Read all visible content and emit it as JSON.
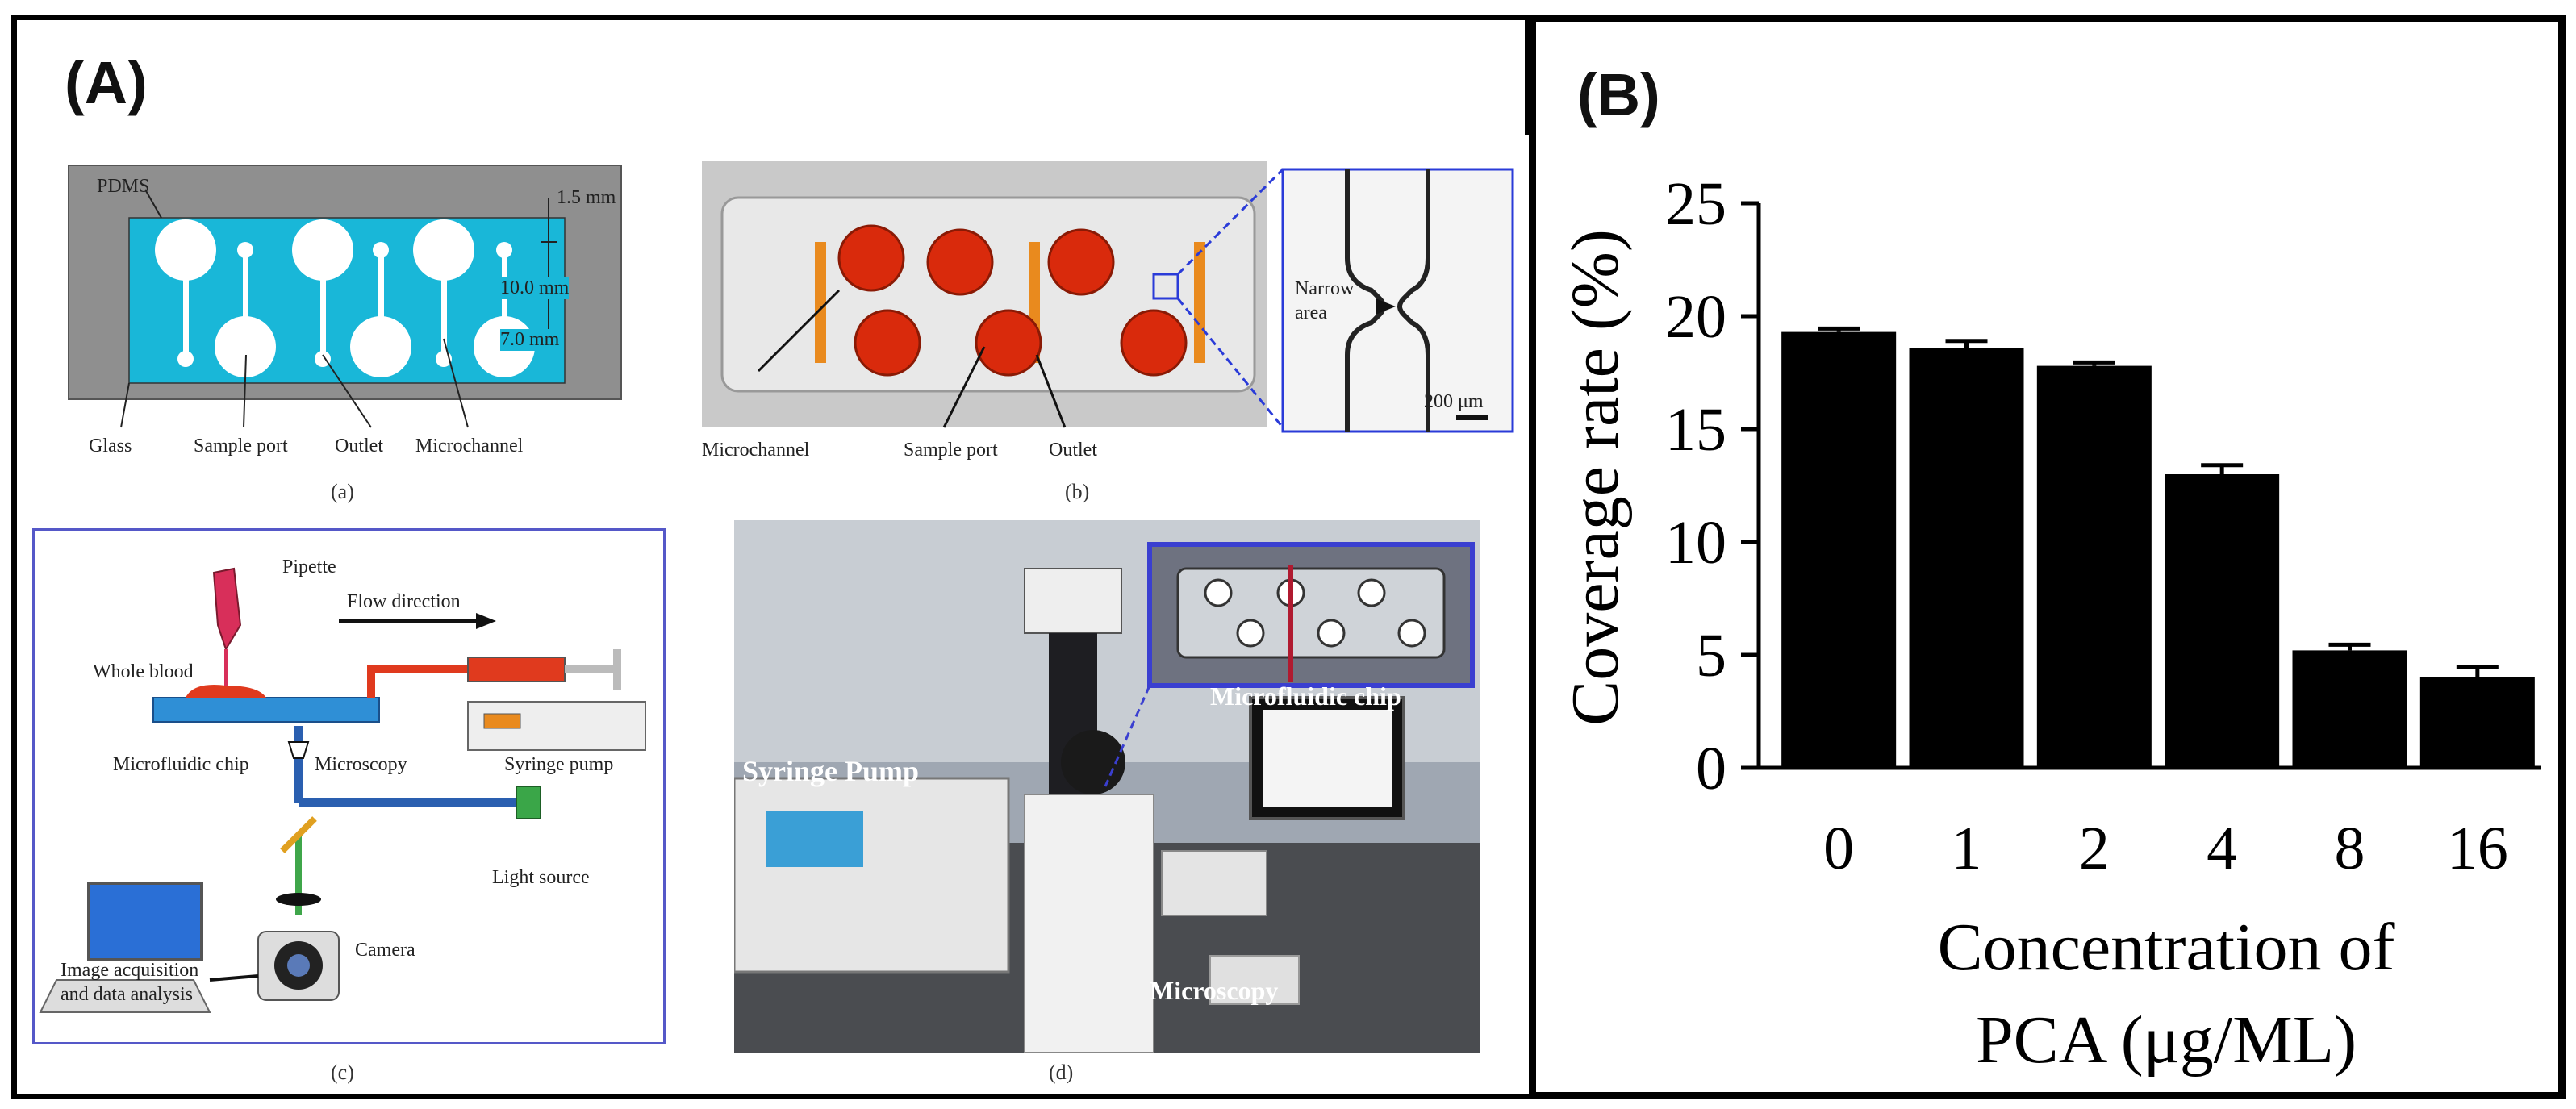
{
  "panel_a": {
    "label": "(A)",
    "sub_a": {
      "caption": "(a)",
      "labels": {
        "pdms": "PDMS",
        "dim1": "1.5 mm",
        "dim2": "10.0 mm",
        "dim3": "7.0 mm",
        "glass": "Glass",
        "sample_port": "Sample port",
        "outlet": "Outlet",
        "microchannel": "Microchannel"
      }
    },
    "sub_b": {
      "caption": "(b)",
      "labels": {
        "microchannel": "Microchannel",
        "sample_port": "Sample port",
        "outlet": "Outlet",
        "narrow": "Narrow",
        "area": "area",
        "scale": "200 μm"
      }
    },
    "sub_c": {
      "caption": "(c)",
      "labels": {
        "pipette": "Pipette",
        "flow_direction": "Flow direction",
        "whole_blood": "Whole blood",
        "microfluidic_chip": "Microfluidic chip",
        "microscopy": "Microscopy",
        "syringe_pump": "Syringe pump",
        "light_source": "Light source",
        "camera": "Camera",
        "image_acq_1": "Image acquisition",
        "image_acq_2": "and data analysis"
      }
    },
    "sub_d": {
      "caption": "(d)",
      "labels": {
        "syringe_pump": "Syringe Pump",
        "microfluidic_chip": "Microfluidic chip",
        "microscopy": "Microscopy"
      }
    }
  },
  "panel_b": {
    "label": "(B)"
  },
  "chart_data": {
    "type": "bar",
    "categories": [
      "0",
      "1",
      "2",
      "4",
      "8",
      "16"
    ],
    "values": [
      19.3,
      18.6,
      17.8,
      13.0,
      5.2,
      4.0
    ],
    "errors": [
      0.15,
      0.3,
      0.15,
      0.4,
      0.25,
      0.45
    ],
    "ylabel": "Coverage rate (%)",
    "xlabel_line1": "Concentration of",
    "xlabel_line2": "PCA (μg/ML)",
    "ylim": [
      0,
      25
    ],
    "yticks": [
      "0",
      "5",
      "10",
      "15",
      "20",
      "25"
    ],
    "bar_color": "#000000",
    "grid": false
  }
}
